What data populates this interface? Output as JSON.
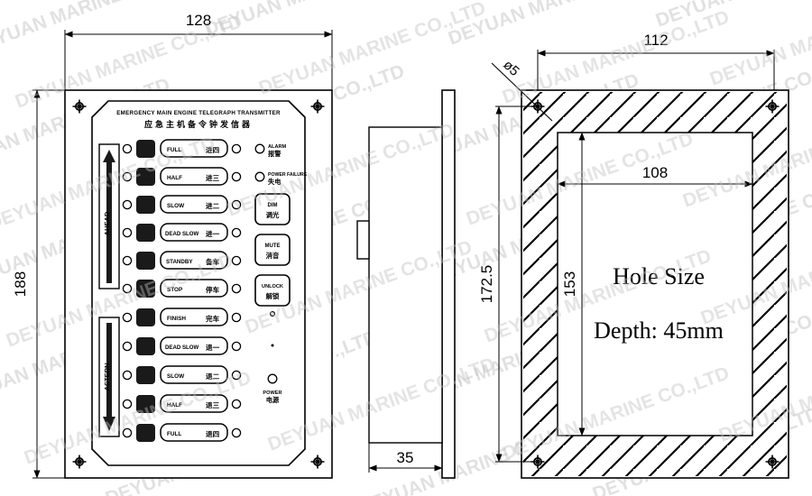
{
  "drawing": {
    "title": "EMERGENCY MAIN ENGINE TELEGRAPH TRANSMITTER",
    "title_cn": "应急主机备令钟发信器",
    "watermark": "DEYUAN MARINE CO.,LTD"
  },
  "dimensions": {
    "front_width": "128",
    "front_height": "188",
    "side_depth": "35",
    "panel_width": "112",
    "panel_height": "172.5",
    "hole_width": "108",
    "hole_height": "153",
    "bolt_dia": "ø5"
  },
  "hole_note": {
    "line1": "Hole Size",
    "line2": "Depth: 45mm"
  },
  "direction_labels": {
    "ahead": "AHEAD",
    "astern": "ASTERN"
  },
  "ahead_orders": [
    {
      "en": "FULL",
      "cn": "进四"
    },
    {
      "en": "HALF",
      "cn": "进三"
    },
    {
      "en": "SLOW",
      "cn": "进二"
    },
    {
      "en": "DEAD SLOW",
      "cn": "进一"
    },
    {
      "en": "STANDBY",
      "cn": "备车"
    },
    {
      "en": "STOP",
      "cn": "停车"
    }
  ],
  "astern_orders": [
    {
      "en": "FINISH",
      "cn": "完车"
    },
    {
      "en": "DEAD SLOW",
      "cn": "退一"
    },
    {
      "en": "SLOW",
      "cn": "退二"
    },
    {
      "en": "HALF",
      "cn": "退三"
    },
    {
      "en": "FULL",
      "cn": "退四"
    }
  ],
  "indicators": [
    {
      "en": "ALARM",
      "cn": "报警"
    },
    {
      "en": "POWER FAILURE",
      "cn": "失电"
    }
  ],
  "function_buttons": [
    {
      "en": "DIM",
      "cn": "调光"
    },
    {
      "en": "MUTE",
      "cn": "消音"
    },
    {
      "en": "UNLOCK",
      "cn": "解锁"
    }
  ],
  "power_indicator": {
    "en": "POWER",
    "cn": "电源"
  },
  "colors": {
    "line": "#000000",
    "button_fill": "#1a1a1a",
    "paper": "#ffffff",
    "watermark": "#d8d8d8"
  }
}
